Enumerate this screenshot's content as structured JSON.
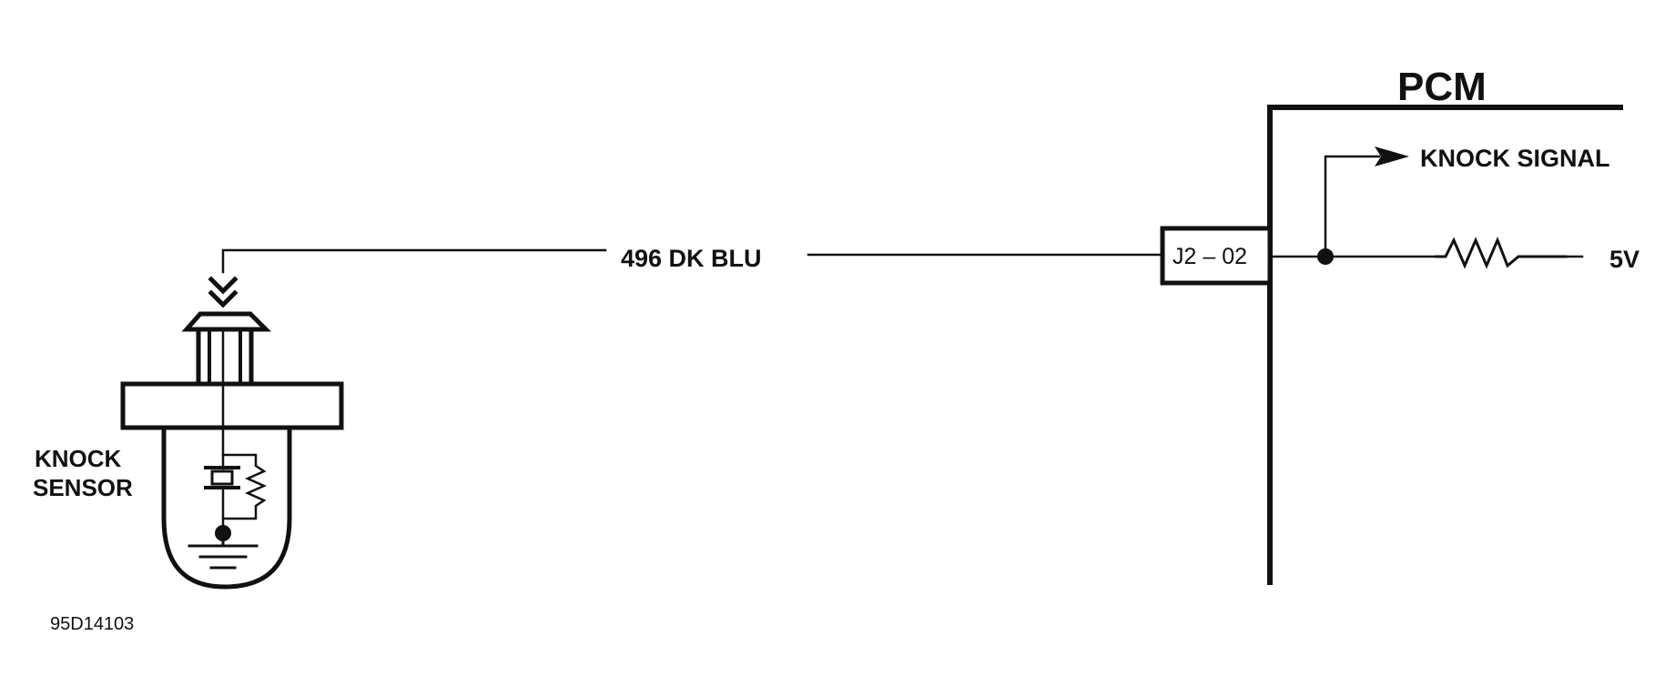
{
  "labels": {
    "module": "PCM",
    "signal": "KNOCK SIGNAL",
    "wire": "496 DK BLU",
    "connector": "J2 – 02",
    "supply": "5V",
    "sensor_line1": "KNOCK",
    "sensor_line2": "SENSOR",
    "figure_code": "95D14103"
  },
  "colors": {
    "ink": "#111111",
    "background": "#ffffff"
  },
  "icons": [
    "connector-chevron-icon",
    "resistor-icon",
    "ground-icon",
    "piezo-crystal-icon",
    "arrow-icon",
    "junction-dot-icon"
  ]
}
